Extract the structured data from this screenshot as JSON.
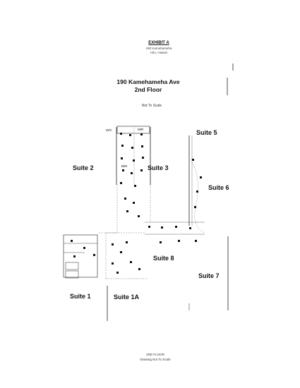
{
  "header": {
    "exhibit": "EXHIBIT A",
    "line1": "190 Kamehameha",
    "line2": "Hilo, Hawaii"
  },
  "title": {
    "address": "190 Kamehameha Ave",
    "floor": "2nd Floor",
    "scale_note": "Not To Scale"
  },
  "suites": {
    "suite_1": "Suite 1",
    "suite_1a": "Suite 1A",
    "suite_2": "Suite 2",
    "suite_3": "Suite 3",
    "suite_5": "Suite 5",
    "suite_6": "Suite 6",
    "suite_7": "Suite 7",
    "suite_8": "Suite 8"
  },
  "plan_labels": {
    "wc": "W/C",
    "mr": "M/R",
    "bm": "B/M"
  },
  "footer": {
    "line1": "2ND FLOOR",
    "line2": "Drawing Not To Scale"
  }
}
